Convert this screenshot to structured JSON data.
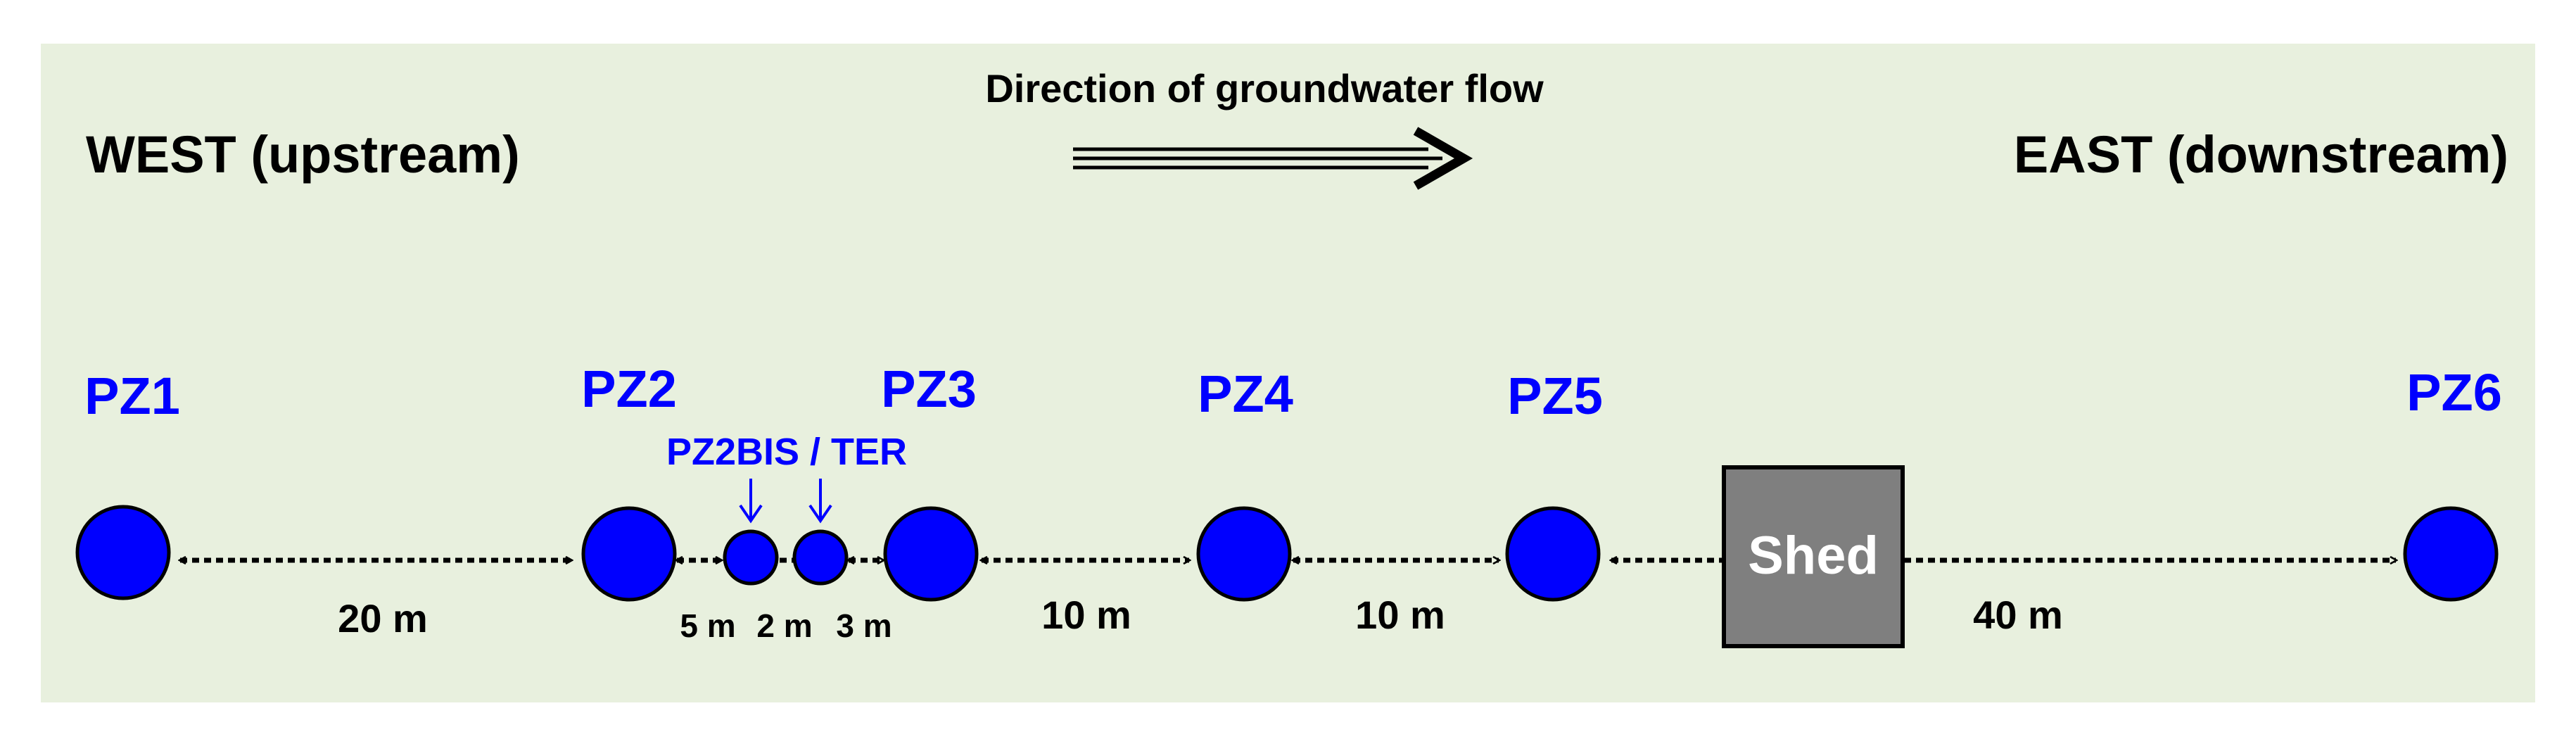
{
  "colors": {
    "panel_background": "#e8f0de",
    "well_fill": "#0000ff",
    "well_label": "#0000ff",
    "text": "#000000",
    "shed_fill": "#7f7f7f",
    "shed_text": "#ffffff"
  },
  "header": {
    "flow_direction_label": "Direction of groundwater flow",
    "west_label": "WEST (upstream)",
    "east_label": "EAST (downstream)"
  },
  "wells": [
    {
      "id": "pz1",
      "label": "PZ1"
    },
    {
      "id": "pz2",
      "label": "PZ2"
    },
    {
      "id": "pz3",
      "label": "PZ3"
    },
    {
      "id": "pz4",
      "label": "PZ4"
    },
    {
      "id": "pz5",
      "label": "PZ5"
    },
    {
      "id": "pz6",
      "label": "PZ6"
    }
  ],
  "small_wells_label": "PZ2BIS / TER",
  "shed_label": "Shed",
  "distances": {
    "pz1_pz2": "20 m",
    "pz2_bis": "5 m",
    "bis_ter": "2 m",
    "ter_pz3": "3 m",
    "pz3_pz4": "10 m",
    "pz4_pz5": "10 m",
    "shed_pz6": "40 m"
  }
}
